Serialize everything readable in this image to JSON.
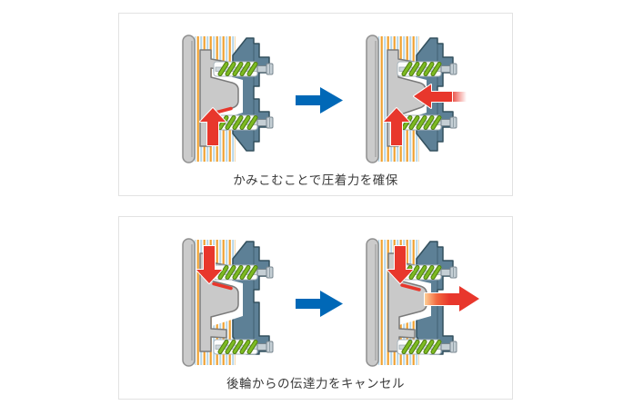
{
  "panels": [
    {
      "id": "engage",
      "caption": "かみこむことで圧着力を確保",
      "before": {
        "force_arrows": [
          "up-arrow"
        ],
        "contact_highlight": "red-line-under-cam"
      },
      "after": {
        "force_arrows": [
          "up-arrow",
          "left-arrow"
        ]
      }
    },
    {
      "id": "release",
      "caption": "後輪からの伝達力をキャンセル",
      "before": {
        "force_arrows": [
          "down-arrow"
        ],
        "contact_highlight": "red-line-on-cam-top"
      },
      "after": {
        "force_arrows": [
          "down-arrow",
          "right-arrow"
        ]
      }
    }
  ],
  "icons": {
    "transition": "blue-right-block-arrow",
    "force_up": "red-up-arrow",
    "force_down": "red-down-arrow",
    "force_in": "red-left-arrow",
    "force_out": "red-right-arrow"
  },
  "colors": {
    "background": "#ffffff",
    "panel_border": "#e2e2e2",
    "caption_text": "#3a3a3a",
    "transition_blue": "#0068b7",
    "force_red": "#e8372c",
    "housing_slate": "#5d8096",
    "housing_outline": "#33505e",
    "cam_gray": "#c9c9c9",
    "cam_outline": "#7a7a7a",
    "spring_green": "#7dbb22",
    "spring_green_dark": "#4f7d10",
    "disc_orange": "#f0a232",
    "disc_blue": "#b5d6e8",
    "plate_gray": "#cbcbcb",
    "bolt_gray": "#c5cfd5"
  }
}
